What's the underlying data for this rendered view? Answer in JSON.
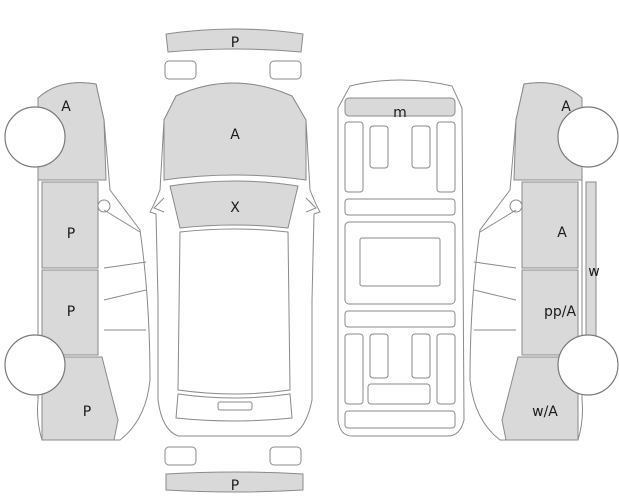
{
  "labels": {
    "front_bumper": "P",
    "rear_bumper": "P",
    "hood": "A",
    "windshield": "X",
    "roof": "m",
    "left_front_fender": "A",
    "left_front_door": "P",
    "left_rear_door": "P",
    "left_rear_quarter": "P",
    "right_front_fender": "A",
    "right_front_door": "A",
    "right_sill": "w",
    "right_rear_door": "pp/A",
    "right_rear_quarter": "w/A"
  },
  "colors": {
    "damaged_panel": "#d9d9d9",
    "outline": "#8a8a8a"
  }
}
